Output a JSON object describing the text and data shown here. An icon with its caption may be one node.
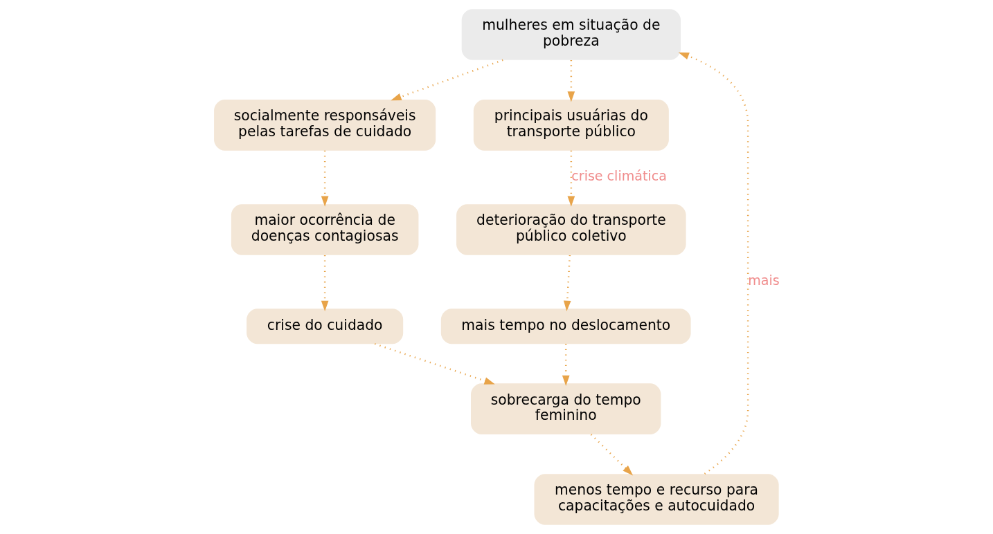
{
  "diagram": {
    "nodes": [
      {
        "text": [
          "mulheres em situação de pobreza"
        ]
      },
      {
        "text": [
          "socialmente responsáveis pelas tarefas de cuidado"
        ]
      },
      {
        "text": [
          "principais usuárias do transporte público"
        ]
      },
      {
        "text": [
          "deterioração do transporte público coletivo"
        ]
      },
      {
        "text": [
          "menos tempo e recurso para capacitações e autocuidado"
        ]
      },
      {
        "text": [
          "sobrecarga do tempo feminino"
        ]
      },
      {
        "text": [
          "mais tempo no deslocamento"
        ]
      },
      {
        "text": [
          "maior ocorrência de doenças contagiosas"
        ]
      },
      {
        "text": [
          "crise do cuidado"
        ]
      }
    ],
    "edges": [
      {
        "from": 0,
        "to": 1,
        "arrow": "to"
      },
      {
        "from": 0,
        "to": 2,
        "arrow": "to"
      },
      {
        "from": 2,
        "to": 3,
        "arrow": "to",
        "label": "crise climática"
      },
      {
        "from": 3,
        "to": 6,
        "arrow": "to"
      },
      {
        "from": 6,
        "to": 5,
        "arrow": "to"
      },
      {
        "from": 1,
        "to": 7,
        "arrow": "to"
      },
      {
        "from": 7,
        "to": 8,
        "arrow": "to"
      },
      {
        "from": 8,
        "to": 5,
        "arrow": "to"
      },
      {
        "from": 5,
        "to": 4,
        "arrow": "to"
      },
      {
        "from": 4,
        "to": 0,
        "arrow": "to",
        "label": "mais"
      }
    ]
  }
}
